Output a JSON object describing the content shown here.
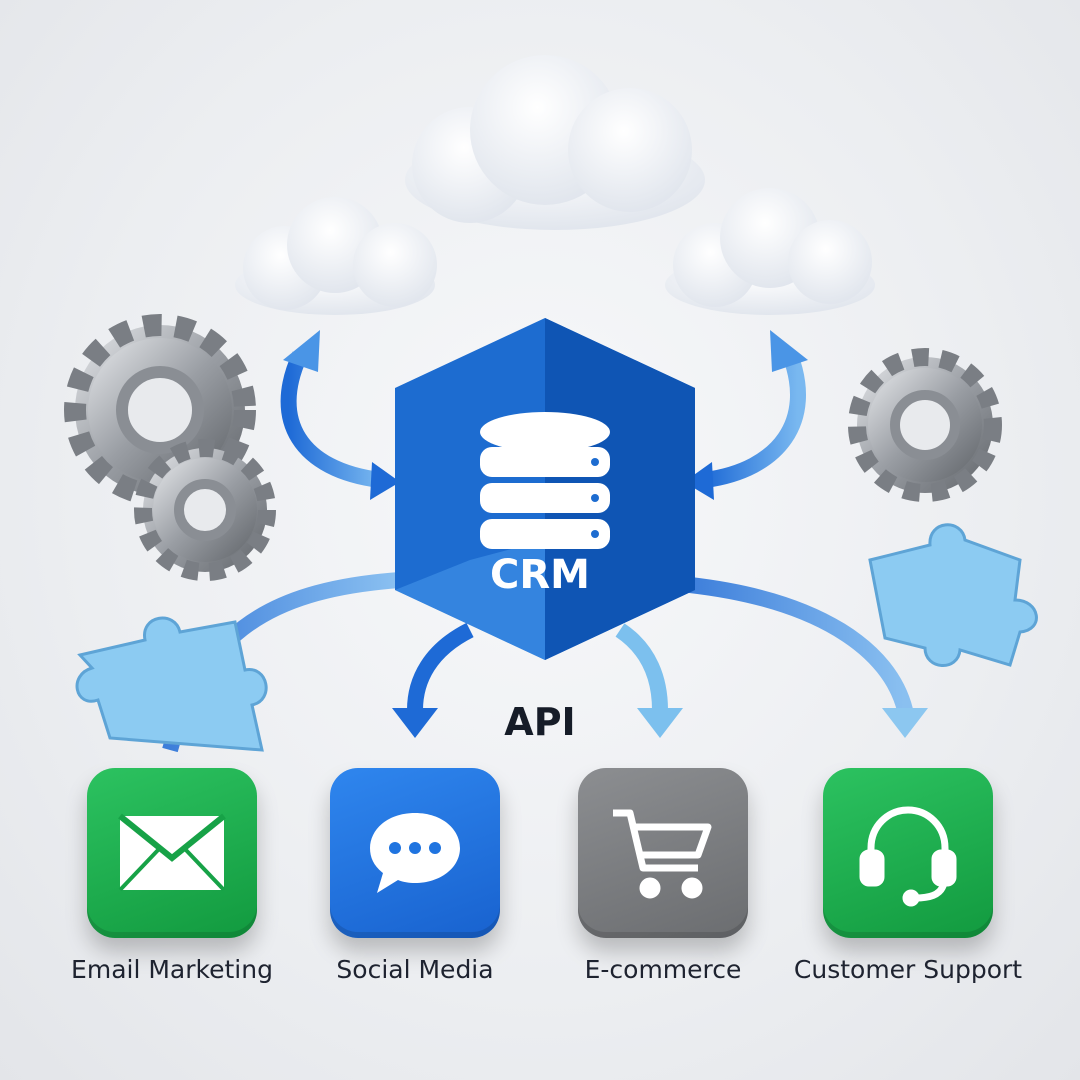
{
  "hub": {
    "label": "CRM",
    "icon": "database-icon",
    "color": "#1f6fd1"
  },
  "connector_label": "API",
  "integrations": [
    {
      "label": "Email Marketing",
      "icon": "envelope-icon",
      "color": "#1fae4d"
    },
    {
      "label": "Social Media",
      "icon": "chat-bubble-icon",
      "color": "#1f74e0"
    },
    {
      "label": "E-commerce",
      "icon": "shopping-cart-icon",
      "color": "#7d7f82"
    },
    {
      "label": "Customer Support",
      "icon": "headset-icon",
      "color": "#1fae4d"
    }
  ]
}
